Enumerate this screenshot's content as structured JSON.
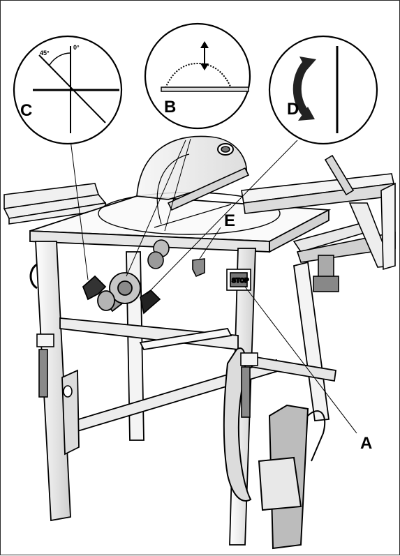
{
  "labels": {
    "a": "A",
    "b": "B",
    "c": "C",
    "d": "D",
    "e": "E"
  },
  "detail_c": {
    "angle_45": "45°",
    "angle_0": "0°"
  },
  "switch_text": "STOP",
  "colors": {
    "line": "#000000",
    "light_fill": "#f2f2f2",
    "mid_fill": "#c8c8c8",
    "dark_fill": "#777777"
  }
}
